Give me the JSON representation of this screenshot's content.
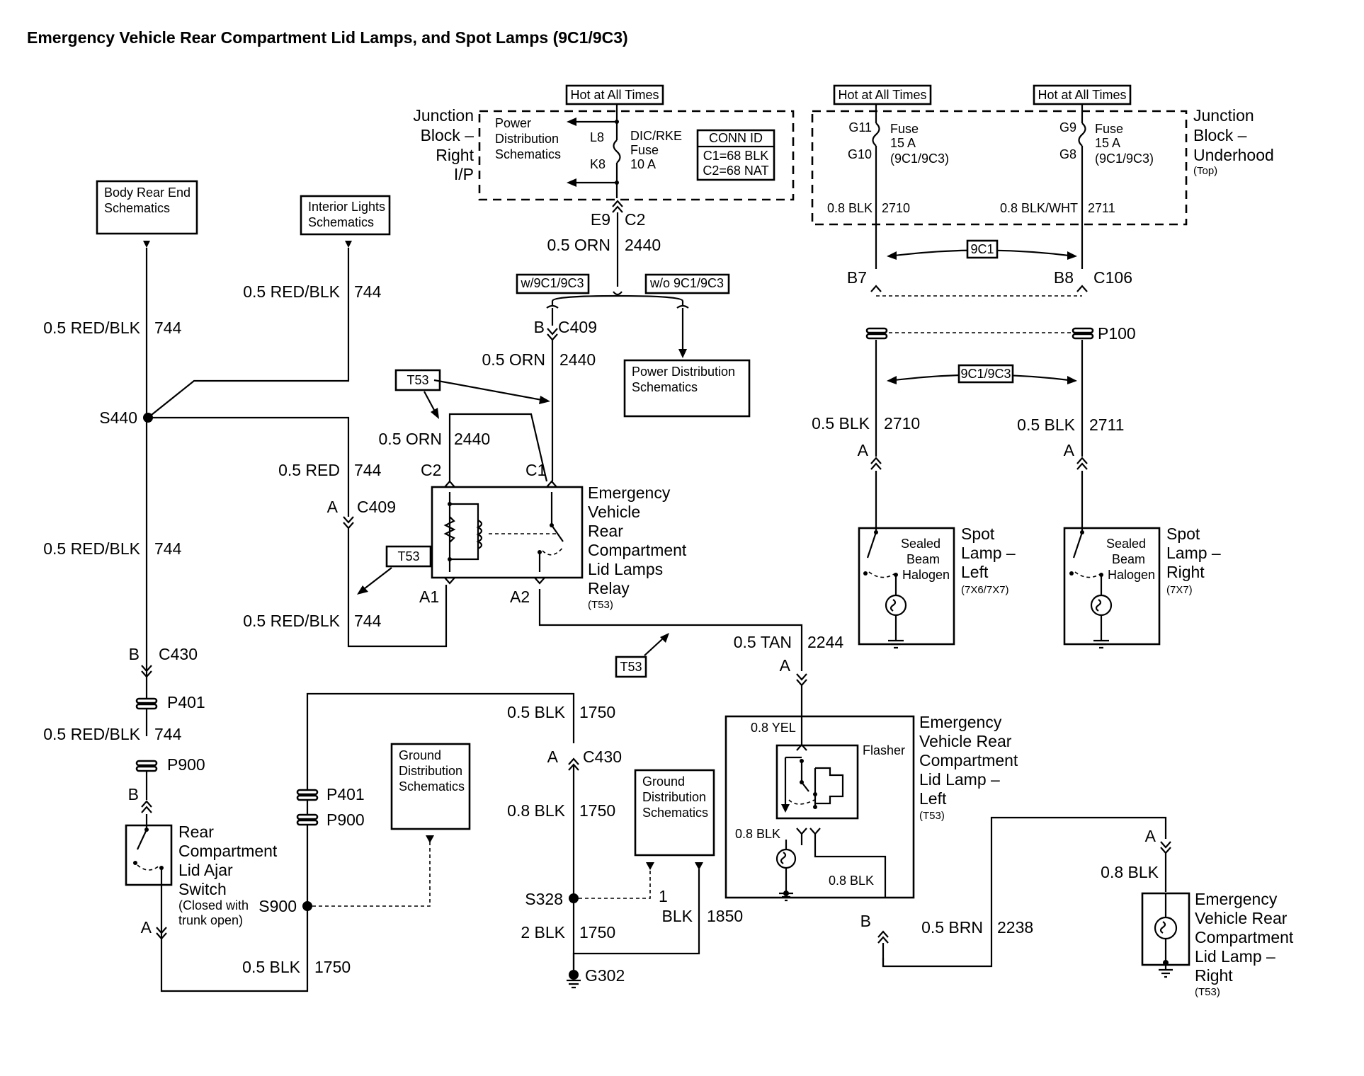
{
  "title": "Emergency Vehicle Rear Compartment Lid Lamps, and Spot Lamps (9C1/9C3)",
  "hot_labels": [
    "Hot at All Times",
    "Hot at All Times",
    "Hot at All Times"
  ],
  "junction_block_ip": {
    "name": [
      "Junction",
      "Block –",
      "Right",
      "I/P"
    ],
    "power_dist": [
      "Power",
      "Distribution",
      "Schematics"
    ],
    "pins": [
      "L8",
      "K8"
    ],
    "fuse": [
      "DIC/RKE",
      "Fuse",
      "10 A"
    ],
    "conn_id": {
      "header": "CONN ID",
      "rows": [
        "C1=68 BLK",
        "C2=68 NAT"
      ]
    },
    "connector": [
      "E9",
      "C2"
    ]
  },
  "junction_block_underhood": {
    "name": [
      "Junction",
      "Block –",
      "Underhood"
    ],
    "sub": "(Top)",
    "fuse_left": {
      "pins": [
        "G11",
        "G10"
      ],
      "label": [
        "Fuse",
        "15 A",
        "(9C1/9C3)"
      ]
    },
    "fuse_right": {
      "pins": [
        "G9",
        "G8"
      ],
      "label": [
        "Fuse",
        "15 A",
        "(9C1/9C3)"
      ]
    },
    "wires": [
      [
        "0.8 BLK",
        "2710"
      ],
      [
        "0.8 BLK/WHT",
        "2711"
      ]
    ]
  },
  "ref_boxes": {
    "body_rear_end": [
      "Body Rear End",
      "Schematics"
    ],
    "interior_lights": [
      "Interior Lights",
      "Schematics"
    ],
    "power_distribution": [
      "Power Distribution",
      "Schematics"
    ],
    "ground_dist_1": [
      "Ground",
      "Distribution",
      "Schematics"
    ],
    "ground_dist_2": [
      "Ground",
      "Distribution",
      "Schematics"
    ]
  },
  "options": {
    "with": "w/9C1/9C3",
    "without": "w/o 9C1/9C3",
    "opt_9c1": "9C1",
    "opt_9c1_9c3": "9C1/9C3",
    "t53": "T53"
  },
  "wires": {
    "w744_top": [
      "0.5 RED/BLK",
      "744"
    ],
    "w744_left": [
      "0.5 RED/BLK",
      "744"
    ],
    "w2440_top": [
      "0.5 ORN",
      "2440"
    ],
    "w2440_mid": [
      "0.5 ORN",
      "2440"
    ],
    "w2440_low": [
      "0.5 ORN",
      "2440"
    ],
    "w744_red": [
      "0.5 RED",
      "744"
    ],
    "w744_mid": [
      "0.5 RED/BLK",
      "744"
    ],
    "w744_low": [
      "0.5 RED/BLK",
      "744"
    ],
    "w744_p401": [
      "0.5 RED/BLK",
      "744"
    ],
    "w2244": [
      "0.5 TAN",
      "2244"
    ],
    "w1750_a": [
      "0.5 BLK",
      "1750"
    ],
    "w1750_b": [
      "0.8 BLK",
      "1750"
    ],
    "w1750_c": [
      "2 BLK",
      "1750"
    ],
    "w1750_d": [
      "0.5 BLK",
      "1750"
    ],
    "w1850": [
      "BLK",
      "1850"
    ],
    "w2238": [
      "0.5 BRN",
      "2238"
    ],
    "w2710": [
      "0.5 BLK",
      "2710"
    ],
    "w2711": [
      "0.5 BLK",
      "2711"
    ],
    "yel": "0.8 YEL",
    "blk_a": "0.8 BLK",
    "blk_b": "0.8 BLK",
    "blk_c": "0.8 BLK"
  },
  "connectors": {
    "B7": "B7",
    "B8": "B8",
    "C106": "C106",
    "P100": "P100",
    "C409_top": [
      "B",
      "C409"
    ],
    "C409_left": [
      "A",
      "C409"
    ],
    "C430_left": [
      "B",
      "C430"
    ],
    "C430_mid": [
      "A",
      "C430"
    ],
    "P401": "P401",
    "P900": "P900",
    "P401b": "P401",
    "P900b": "P900",
    "S440": "S440",
    "S900": "S900",
    "S328": "S328",
    "G302": "G302",
    "relay_pins": [
      "C2",
      "C1",
      "A1",
      "A2"
    ],
    "pin_A": "A",
    "pin_B": "B",
    "pin_1": "1"
  },
  "components": {
    "relay": {
      "name": [
        "Emergency",
        "Vehicle",
        "Rear",
        "Compartment",
        "Lid Lamps",
        "Relay"
      ],
      "code": "(T53)"
    },
    "spot_left": {
      "inner": [
        "Sealed",
        "Beam",
        "Halogen"
      ],
      "name": [
        "Spot",
        "Lamp –",
        "Left"
      ],
      "code": "(7X6/7X7)"
    },
    "spot_right": {
      "inner": [
        "Sealed",
        "Beam",
        "Halogen"
      ],
      "name": [
        "Spot",
        "Lamp –",
        "Right"
      ],
      "code": "(7X7)"
    },
    "lamp_left": {
      "name": [
        "Emergency",
        "Vehicle Rear",
        "Compartment",
        "Lid Lamp –",
        "Left"
      ],
      "code": "(T53)",
      "flasher": "Flasher"
    },
    "lamp_right": {
      "name": [
        "Emergency",
        "Vehicle Rear",
        "Compartment",
        "Lid Lamp –",
        "Right"
      ],
      "code": "(T53)"
    },
    "ajar_switch": {
      "name": [
        "Rear",
        "Compartment",
        "Lid Ajar",
        "Switch"
      ],
      "note": [
        "(Closed with",
        "trunk open)"
      ]
    }
  }
}
